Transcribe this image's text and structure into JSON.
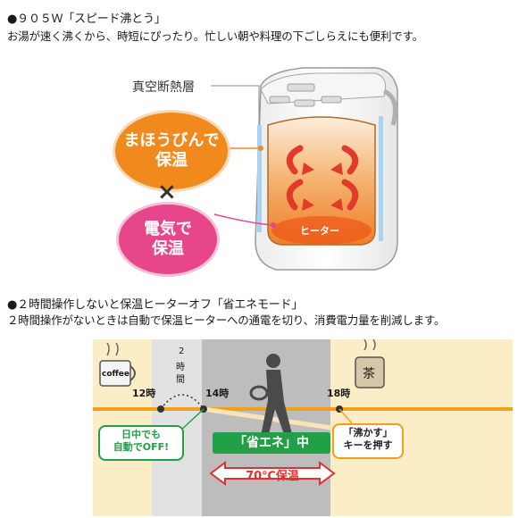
{
  "section1": {
    "heading": "●９０５Ｗ「スピード沸とう」",
    "description": "お湯が速く沸くから、時短にぴったり。忙しい朝や料理の下ごしらえにも便利です。"
  },
  "pot": {
    "insulation_label": "真空断熱層",
    "bubble1_line1": "まほうびんで",
    "bubble1_line2": "保温",
    "times_symbol": "×",
    "bubble2_line1": "電気で",
    "bubble2_line2": "保温",
    "heater_label": "ヒーター"
  },
  "section2": {
    "heading": "●２時間操作しないと保温ヒーターオフ「省エネモード」",
    "description": "２時間操作がないときは自動で保温ヒーターへの通電を切り、消費電力量を削減します。"
  },
  "timeline": {
    "cup_label": "coffee",
    "jar_label": "茶",
    "t1": "12時",
    "gap_line1": "2",
    "gap_line2": "時",
    "gap_line3": "間",
    "t2": "14時",
    "t3": "18時",
    "auto_off_line1": "日中でも",
    "auto_off_line2": "自動でOFF!",
    "eco_label": "「省エネ」中",
    "temp_label": "70℃保温",
    "resume_line1": "「沸かす」",
    "resume_line2": "キーを押す"
  },
  "colors": {
    "orange": "#f08a1c",
    "pink": "#e8468a",
    "green": "#22a046",
    "timeline_orange": "#f2a019",
    "cream": "#fbeec6",
    "gray_band": "#bdbdbd",
    "red": "#e03030"
  }
}
